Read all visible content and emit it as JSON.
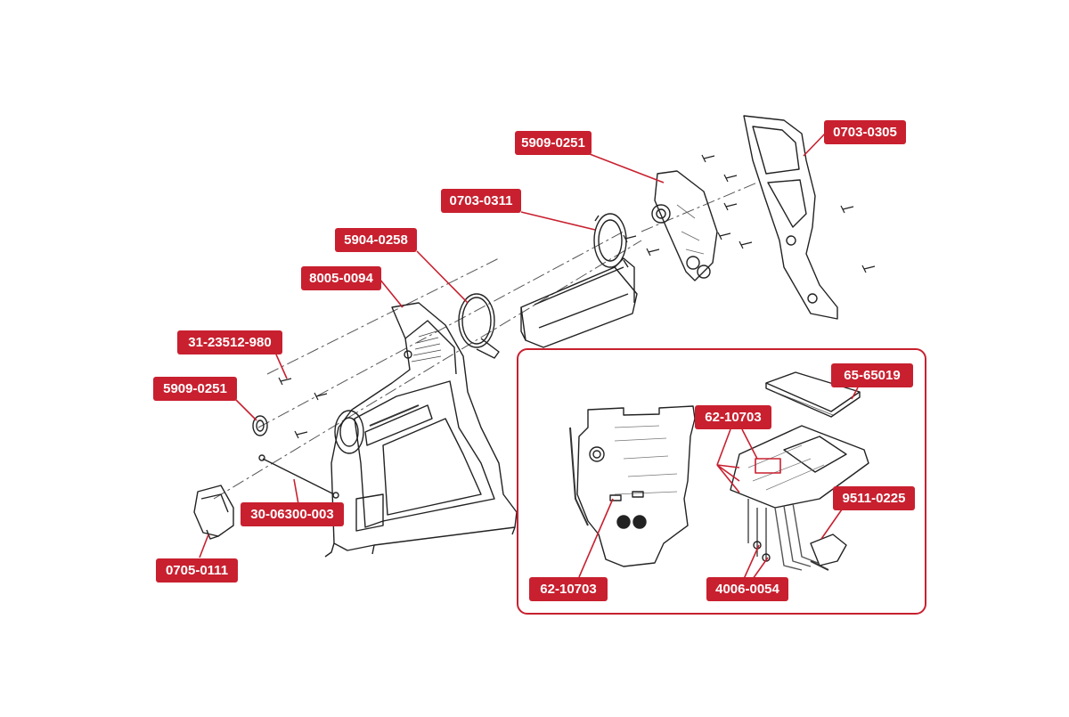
{
  "colors": {
    "accent": "#c8202f",
    "line": "#222222",
    "detail": "#777777"
  },
  "labels": {
    "l1": "5909-0251",
    "l2": "0703-0305",
    "l3": "0703-0311",
    "l4": "5904-0258",
    "l5": "8005-0094",
    "l6": "31-23512-980",
    "l7": "5909-0251",
    "l8": "30-06300-003",
    "l9": "0705-0111",
    "l10": "65-65019",
    "l11": "62-10703",
    "l12": "9511-0225",
    "l13": "62-10703",
    "l14": "4006-0054"
  }
}
